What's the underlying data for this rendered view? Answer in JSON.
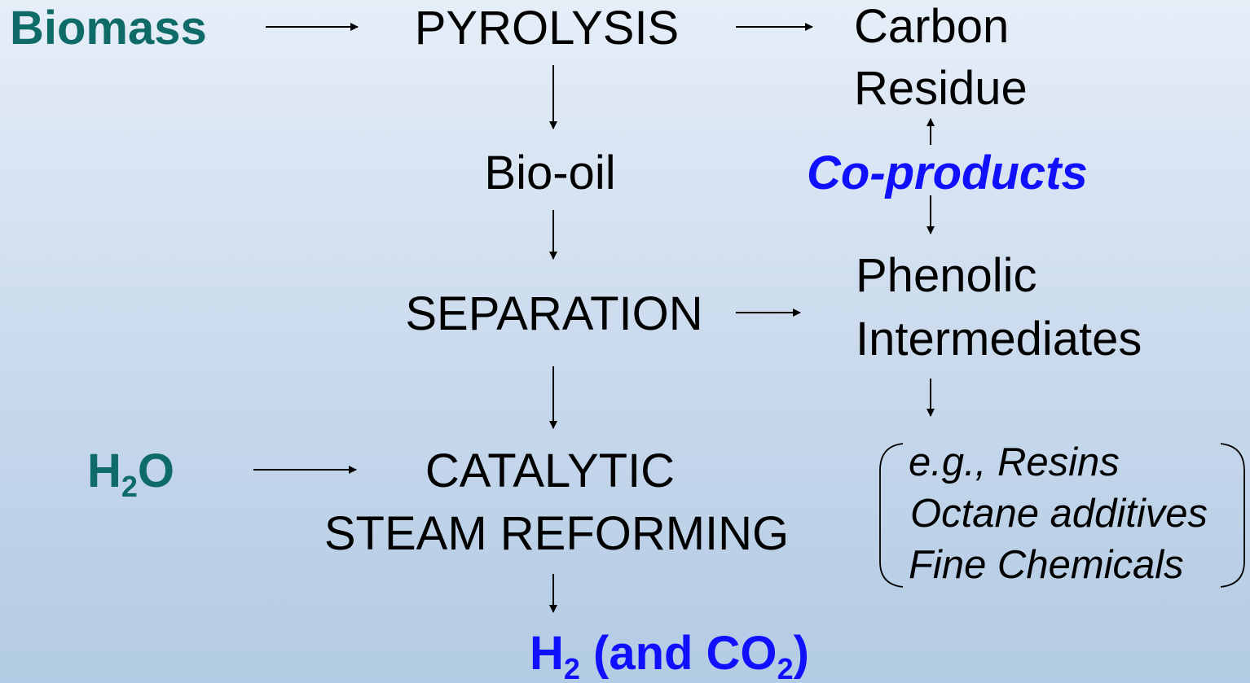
{
  "nodes": {
    "biomass": "Biomass",
    "pyrolysis": "PYROLYSIS",
    "carbon_line1": "Carbon",
    "carbon_line2": "Residue",
    "bio_oil": "Bio-oil",
    "co_products": "Co-products",
    "separation": "SEPARATION",
    "phenolic_line1": "Phenolic",
    "phenolic_line2": "Intermediates",
    "water": {
      "base": "H",
      "sub": "2",
      "tail": "O"
    },
    "reforming_line1": "CATALYTIC",
    "reforming_line2": "STEAM REFORMING",
    "product": {
      "h": "H",
      "h_sub": "2",
      "mid": " (and CO",
      "co_sub": "2",
      "close": ")"
    }
  },
  "examples": [
    "e.g., Resins",
    "Octane additives",
    "Fine Chemicals"
  ],
  "colors": {
    "teal": "#0e6b68",
    "blue": "#1010ff",
    "text": "#000000",
    "background_top": "#e6eef8",
    "background_bottom": "#b3cbe4"
  }
}
